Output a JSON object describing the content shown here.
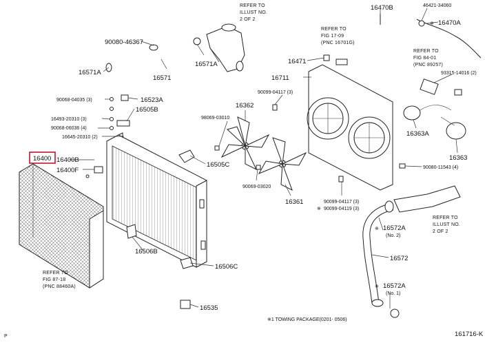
{
  "labels": {
    "p90080_46367": "90080-46367",
    "p16571a_top": "16571A",
    "p16571": "16571",
    "p16571a_mid": "16571A",
    "p90068_04035": "90068-04035 (3)",
    "p16523a": "16523A",
    "p16505b": "16505B",
    "p16493_20310": "16493-20310 (3)",
    "p90068_06036": "90068-06036 (4)",
    "p16645_20310": "16645-20310 (2)",
    "p16400": "16400",
    "p16400b": "16400B",
    "p16400f": "16400F",
    "p16505c": "16505C",
    "p16506b": "16506B",
    "p16506c": "16506C",
    "p16535": "16535",
    "p16362": "16362",
    "p98069_03010_top": "98069-03010",
    "p98069_03020": "90069-03020",
    "p16361": "16361",
    "p90099_04117_top": "90099-04117 (3)",
    "p16711": "16711",
    "p16471": "16471",
    "p16470b": "16470B",
    "p46421": "46421-34060",
    "p16470a": "16470A",
    "p93315": "93315-14016 (2)",
    "p16363a": "16363A",
    "p16363": "16363",
    "p90080_11543": "90080-11543 (4)",
    "p90099_04117_bot": "90099-04117 (3)",
    "p90099_04119": "90099-04119 (3)",
    "p16572a_top": "16572A",
    "p16572a_top_qty": "(No. 2)",
    "p16572": "16572",
    "p16572a_bot": "16572A",
    "p16572a_bot_qty": "(No. 1)",
    "mark_x": "※",
    "mark_x_2": "※",
    "mark_x_3": "※",
    "mark_x_4": "※"
  },
  "refs": {
    "illust_top_1": "REFER TO",
    "illust_top_2": "ILLUST NO.",
    "illust_top_3": "2 OF 2",
    "fig1709_1": "REFER TO",
    "fig1709_2": "FIG 17-09",
    "fig1709_3": "(PNC 16701G)",
    "fig8401_1": "REFER TO",
    "fig8401_2": "FIG 84-01",
    "fig8401_3": "(PNC 89257)",
    "fig8718_1": "REFER TO",
    "fig8718_2": "FIG 87-18",
    "fig8718_3": "(PNC 88460A)",
    "illust_bot_1": "REFER TO",
    "illust_bot_2": "ILLUST NO.",
    "illust_bot_3": "2 OF 2"
  },
  "footer": {
    "note": "※1 TOWING PACKAGE(0201- 0506)",
    "figure_code": "161716-K",
    "corner_mark": "P"
  },
  "colors": {
    "highlight": "#c8102e",
    "line": "#222222"
  },
  "highlight_part": "16400"
}
